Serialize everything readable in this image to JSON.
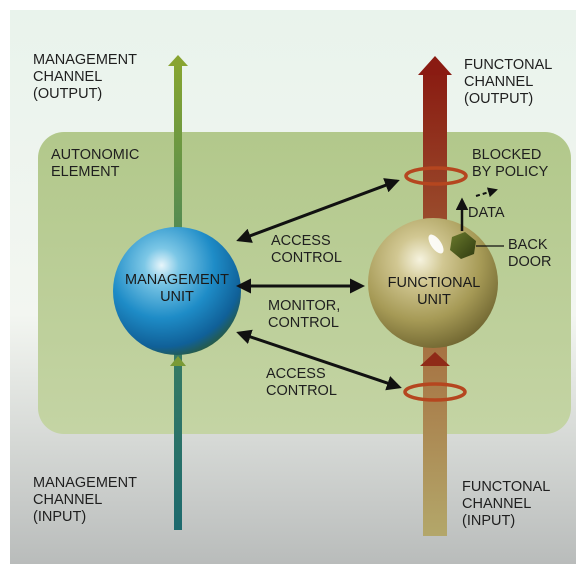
{
  "labels": {
    "mgmt_out_1": "MANAGEMENT",
    "mgmt_out_2": "CHANNEL",
    "mgmt_out_3": "(OUTPUT)",
    "func_out_1": "FUNCTONAL",
    "func_out_2": "CHANNEL",
    "func_out_3": "(OUTPUT)",
    "autonomic_1": "AUTONOMIC",
    "autonomic_2": "ELEMENT",
    "blocked_1": "BLOCKED",
    "blocked_2": "BY POLICY",
    "data": "DATA",
    "back_1": "BACK",
    "back_2": "DOOR",
    "access_top_1": "ACCESS",
    "access_top_2": "CONTROL",
    "mgmt_unit_1": "MANAGEMENT",
    "mgmt_unit_2": "UNIT",
    "func_unit_1": "FUNCTIONAL",
    "func_unit_2": "UNIT",
    "monitor_1": "MONITOR,",
    "monitor_2": "CONTROL",
    "access_bot_1": "ACCESS",
    "access_bot_2": "CONTROL",
    "mgmt_in_1": "MANAGEMENT",
    "mgmt_in_2": "CHANNEL",
    "mgmt_in_3": "(INPUT)",
    "func_in_1": "FUNCTONAL",
    "func_in_2": "CHANNEL",
    "func_in_3": "(INPUT)"
  },
  "colors": {
    "element_box": "#b4c98e",
    "management_channel_bottom": "#1f6b6b",
    "management_channel_top": "#6f9a2a",
    "functional_channel_bottom": "#a89b5a",
    "functional_channel_top": "#8b1f14",
    "management_sphere": "#1e8cc8",
    "functional_sphere": "#9a9050",
    "policy_ring": "#b5461f",
    "arrow": "#111111"
  }
}
